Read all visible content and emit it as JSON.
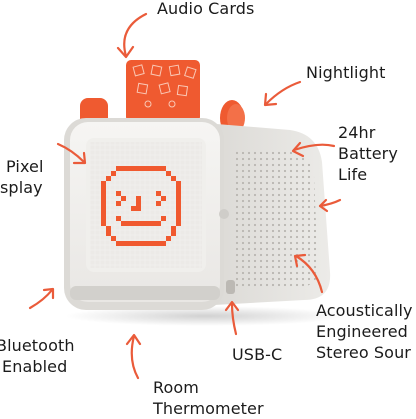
{
  "labels": {
    "audio_cards": "Audio Cards",
    "nightlight": "Nightlight",
    "battery": [
      "24hr",
      "Battery",
      "Life"
    ],
    "display": [
      "Pixel",
      "splay"
    ],
    "bluetooth": [
      "Bluetooth",
      "Enabled"
    ],
    "usb": "USB-C",
    "room": [
      "Room",
      "Thermometer"
    ],
    "acoustic": [
      "Acoustically",
      "Engineered",
      "Stereo Sour"
    ]
  },
  "colors": {
    "accent": "#f0592f",
    "arrow": "#ea5b3a",
    "body": "#e7e5e2",
    "face": "#f2f1ef",
    "text": "#1b1b1b"
  },
  "icons": [
    "smiley-face-icon",
    "arrow-icon"
  ]
}
